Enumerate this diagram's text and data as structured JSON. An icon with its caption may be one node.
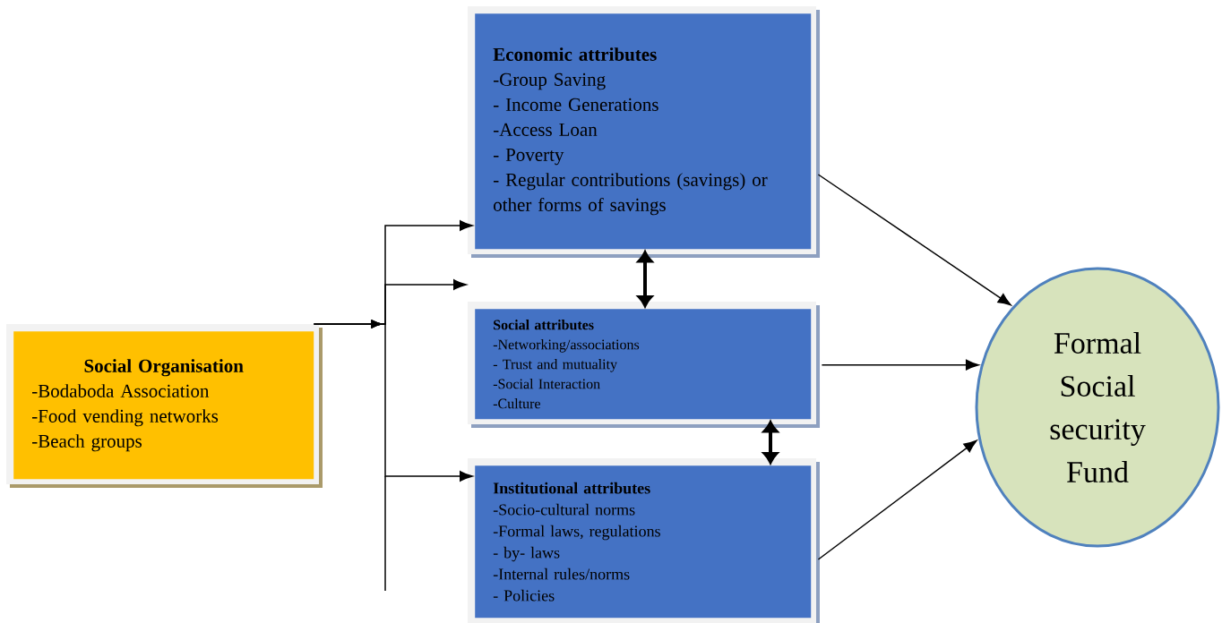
{
  "diagram": {
    "nodes": [
      {
        "text": [
          "Social Organisation",
          "-Bodaboda Association",
          "-Food vending networks",
          "-Beach groups"
        ]
      },
      {
        "text": [
          "Economic attributes",
          "-Group Saving",
          "- Income Generations",
          "-Access Loan",
          "- Poverty",
          "- Regular contributions (savings) or other forms of savings"
        ]
      },
      {
        "text": [
          "Social attributes",
          "-Networking/associations",
          "- Trust and mutuality",
          "-Social Interaction",
          "-Culture"
        ]
      },
      {
        "text": [
          "Institutional attributes",
          "-Socio-cultural norms",
          "-Formal laws, regulations",
          "- by- laws",
          "-Internal rules/norms",
          "- Policies"
        ]
      },
      {
        "text": [
          "Formal Social security Fund"
        ]
      }
    ],
    "edges": [
      {
        "from": 0,
        "to": 1,
        "arrow": "to"
      },
      {
        "from": 0,
        "to": 2,
        "arrow": "to"
      },
      {
        "from": 0,
        "to": 3,
        "arrow": "to"
      },
      {
        "from": 1,
        "to": 2,
        "arrow": "both",
        "style": "thick"
      },
      {
        "from": 2,
        "to": 3,
        "arrow": "both",
        "style": "thick"
      },
      {
        "from": 1,
        "to": 4,
        "arrow": "to"
      },
      {
        "from": 2,
        "to": 4,
        "arrow": "to"
      },
      {
        "from": 3,
        "to": 4,
        "arrow": "to"
      }
    ]
  }
}
